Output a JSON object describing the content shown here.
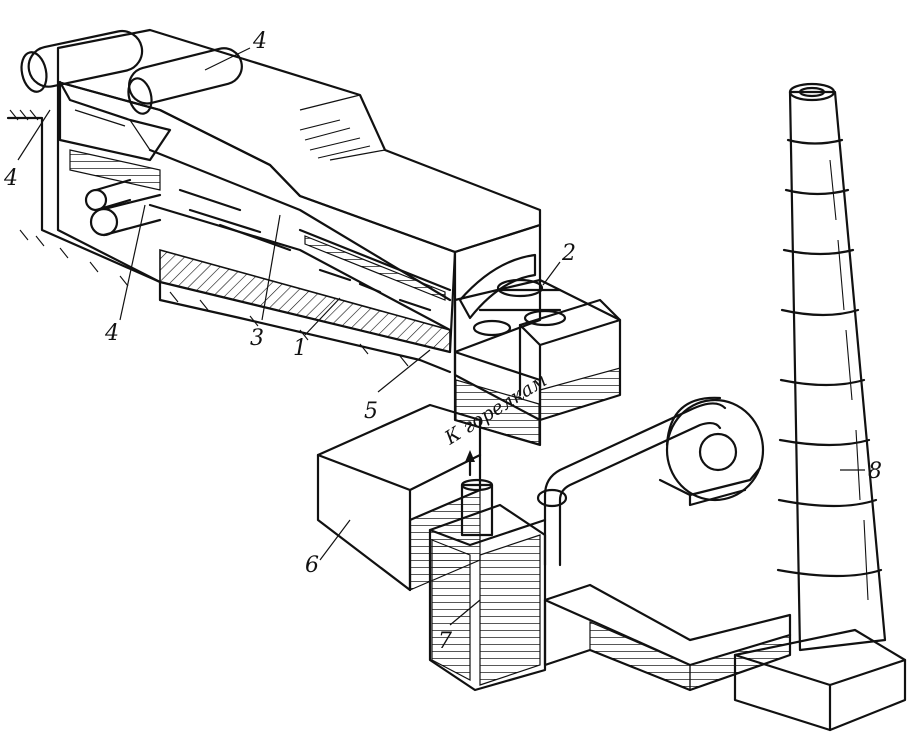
{
  "diagram": {
    "callouts": [
      {
        "id": "c1",
        "label": "1"
      },
      {
        "id": "c2",
        "label": "2"
      },
      {
        "id": "c3",
        "label": "3"
      },
      {
        "id": "c4a",
        "label": "4"
      },
      {
        "id": "c4b",
        "label": "4"
      },
      {
        "id": "c4c",
        "label": "4"
      },
      {
        "id": "c5",
        "label": "5"
      },
      {
        "id": "c6",
        "label": "6"
      },
      {
        "id": "c7",
        "label": "7"
      },
      {
        "id": "c8",
        "label": "8"
      }
    ],
    "note": "К горелкам"
  }
}
